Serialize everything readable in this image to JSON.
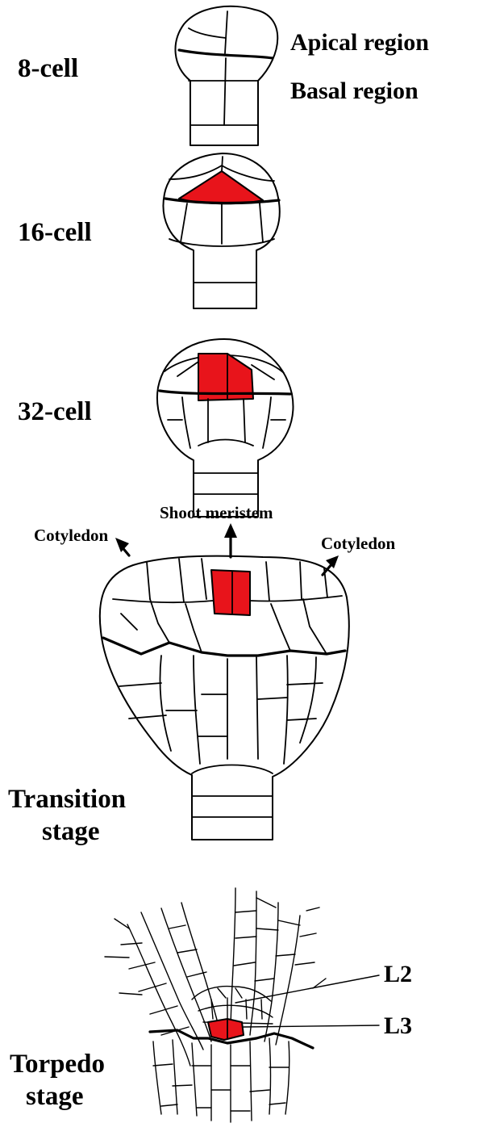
{
  "labels": {
    "cell8": "8-cell",
    "apical": "Apical region",
    "basal": "Basal region",
    "cell16": "16-cell",
    "cell32": "32-cell",
    "shoot_meristem": "Shoot meristem",
    "cotyledon_left": "Cotyledon",
    "cotyledon_right": "Cotyledon",
    "transition_1": "Transition",
    "transition_2": "stage",
    "l2": "L2",
    "l3": "L3",
    "torpedo_1": "Torpedo",
    "torpedo_2": "stage"
  },
  "colors": {
    "highlight": "#e8141b",
    "outline": "#000000",
    "background": "#ffffff"
  }
}
